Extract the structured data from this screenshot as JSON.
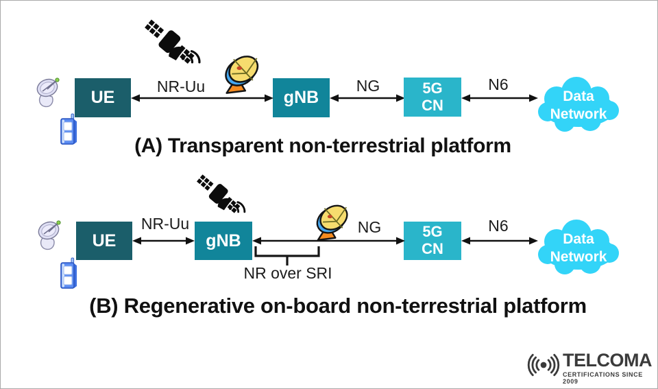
{
  "colors": {
    "ue_box": "#1b5e6a",
    "gnb_box": "#11859a",
    "cn_box": "#2ab5ca",
    "cloud": "#33d4f8",
    "label_text": "#161616",
    "logo_text": "#3b3b3b"
  },
  "a": {
    "caption": "(A) Transparent non-terrestrial platform",
    "nodes": {
      "ue": "UE",
      "gnb": "gNB",
      "cn_line1": "5G",
      "cn_line2": "CN",
      "cloud_line1": "Data",
      "cloud_line2": "Network"
    },
    "links": {
      "nr_uu": "NR-Uu",
      "ng": "NG",
      "n6": "N6"
    },
    "icons": [
      "ground-dish-icon",
      "mobile-phone-icon",
      "satellite-icon",
      "satellite-dish-icon"
    ]
  },
  "b": {
    "caption": "(B) Regenerative on-board non-terrestrial platform",
    "nodes": {
      "ue": "UE",
      "gnb": "gNB",
      "cn_line1": "5G",
      "cn_line2": "CN",
      "cloud_line1": "Data",
      "cloud_line2": "Network"
    },
    "links": {
      "nr_uu": "NR-Uu",
      "ng": "NG",
      "n6": "N6",
      "nr_over_sri": "NR over SRI"
    },
    "icons": [
      "ground-dish-icon",
      "mobile-phone-icon",
      "satellite-icon",
      "satellite-dish-icon"
    ]
  },
  "logo": {
    "name": "TELCOMA",
    "tagline": "CERTIFICATIONS SINCE 2009",
    "icon": "signal-waves-icon"
  }
}
